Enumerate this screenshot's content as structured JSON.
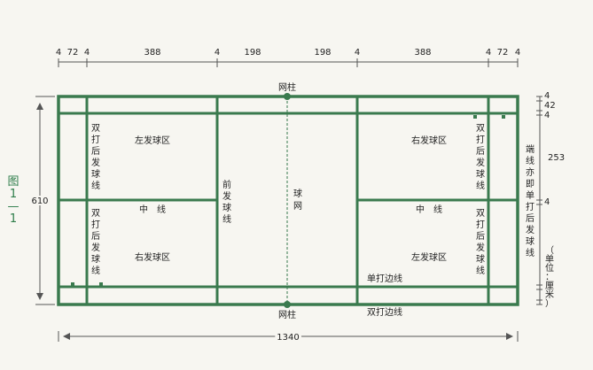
{
  "figure_label": [
    "图",
    "1",
    "—",
    "1"
  ],
  "top_dims": [
    "4",
    "72",
    "4",
    "388",
    "4",
    "198",
    "198",
    "4",
    "388",
    "4",
    "72",
    "4"
  ],
  "left_dim": "610",
  "bottom_dim": "1340",
  "right_dims": [
    "4",
    "42",
    "4",
    "253",
    "4"
  ],
  "net_post_top": "网柱",
  "net_post_bottom": "网柱",
  "labels": {
    "doubles_back_left_top": "双打后发球线",
    "doubles_back_left_bottom": "双打后发球线",
    "doubles_back_right_top": "双打后发球线",
    "doubles_back_right_bottom": "双打后发球线",
    "left_service_court_left": "左发球区",
    "right_service_court_left": "右发球区",
    "right_service_court_right": "右发球区",
    "left_service_court_right": "左发球区",
    "center_line_left": "中　线",
    "center_line_right": "中　线",
    "front_service_line": "前发球线",
    "net": "球网",
    "singles_side_line": "单打边线",
    "doubles_side_line": "双打边线",
    "end_line": "端线亦即单打后发球线",
    "unit": "（单位：厘米）"
  },
  "colors": {
    "court_line": "#3a7a4e",
    "background": "#f7f6f1"
  }
}
